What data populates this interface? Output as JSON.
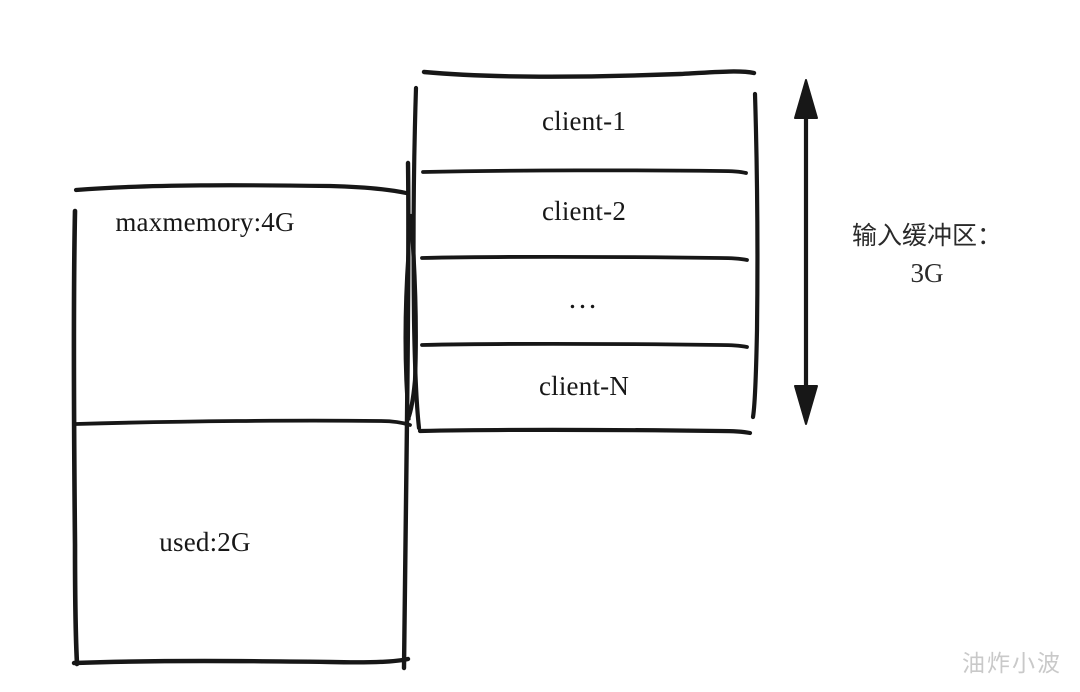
{
  "diagram": {
    "title": "Redis maxmemory and client input buffer diagram",
    "background_color": "#ffffff",
    "stroke_color": "#171717"
  },
  "memory_box": {
    "name": "memory-box",
    "segments": [
      {
        "id": "maxmemory",
        "label": "maxmemory:4G"
      },
      {
        "id": "used",
        "label": "used:2G"
      }
    ]
  },
  "client_box": {
    "name": "client-buffer-box",
    "rows": [
      {
        "id": "client-1",
        "label": "client-1"
      },
      {
        "id": "client-2",
        "label": "client-2"
      },
      {
        "id": "client-ellipsis",
        "label": "…"
      },
      {
        "id": "client-n",
        "label": "client-N"
      }
    ]
  },
  "annotation": {
    "name": "input-buffer-annotation",
    "line1": "输入缓冲区：",
    "line2": "3G"
  },
  "arrow": {
    "name": "vertical-double-arrow",
    "direction": "both"
  },
  "watermark": {
    "text": "油炸小波",
    "color": "#c9c9c9"
  }
}
